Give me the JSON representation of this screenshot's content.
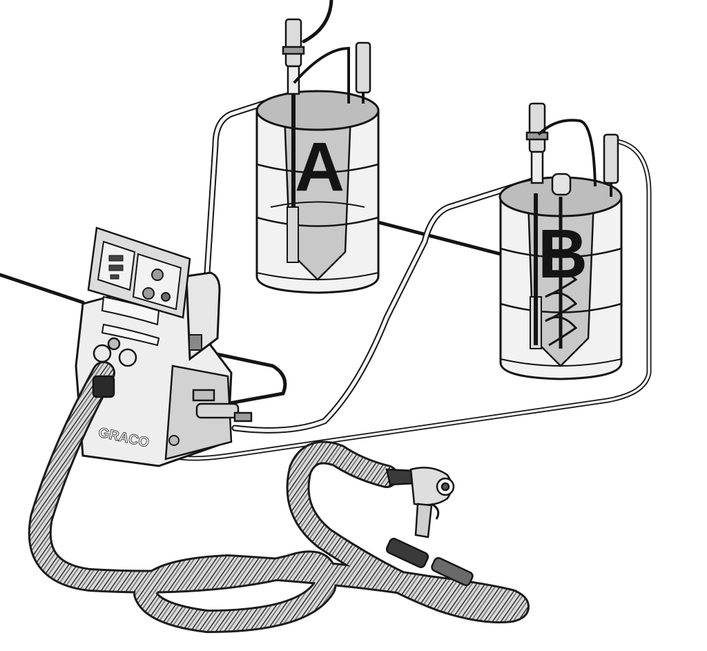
{
  "drums": {
    "a": {
      "label": "A"
    },
    "b": {
      "label": "B"
    }
  },
  "proportioner": {
    "brand": "GRACO"
  },
  "colors": {
    "ink": "#141414",
    "drum_fill": "#f2f2f2",
    "drum_shade": "#c8c8c8",
    "lid": "#bdbdbd",
    "hose": "#555555"
  }
}
